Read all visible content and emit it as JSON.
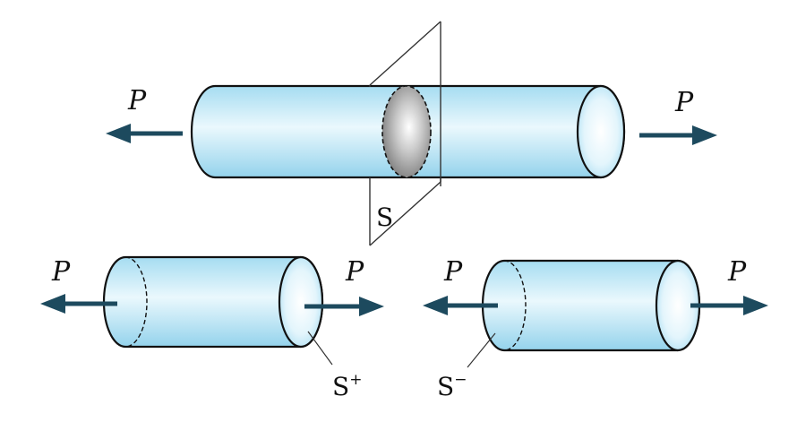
{
  "labels": {
    "force": "P",
    "plane": "S",
    "left_section_base": "S",
    "left_section_sign": "+",
    "right_section_base": "S",
    "right_section_sign": "−"
  },
  "colors": {
    "cylinder_fill": "#9fd8ef",
    "cylinder_highlight": "#eaf8fd",
    "arrow": "#1d4a5e",
    "section_gray": "#8a8a8a",
    "outline": "#111111"
  }
}
